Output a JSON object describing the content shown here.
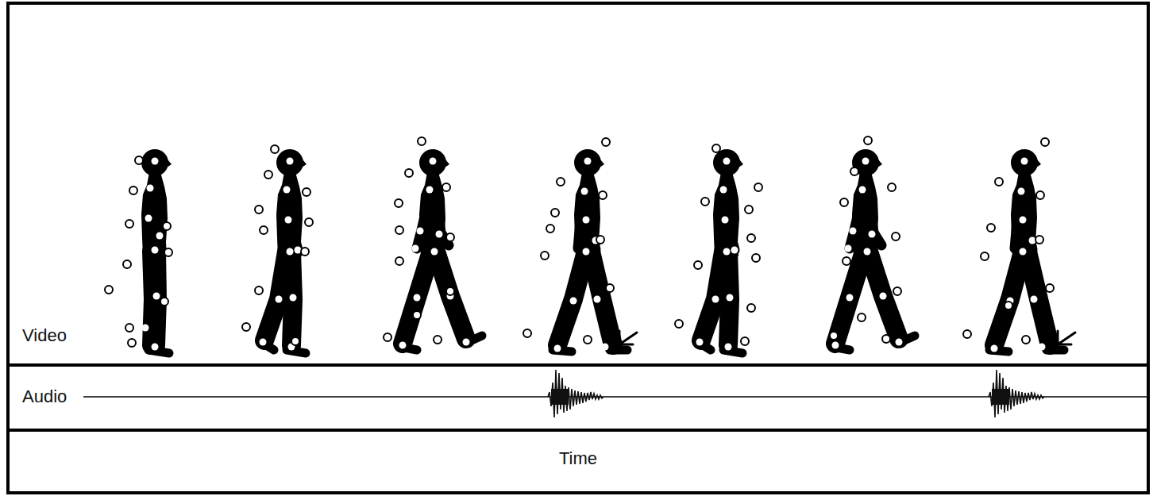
{
  "diagram": {
    "nodes": [
      {
        "text": [
          "Video"
        ]
      },
      {
        "text": [
          "Audio"
        ]
      },
      {
        "text": [
          "Time"
        ]
      }
    ]
  }
}
